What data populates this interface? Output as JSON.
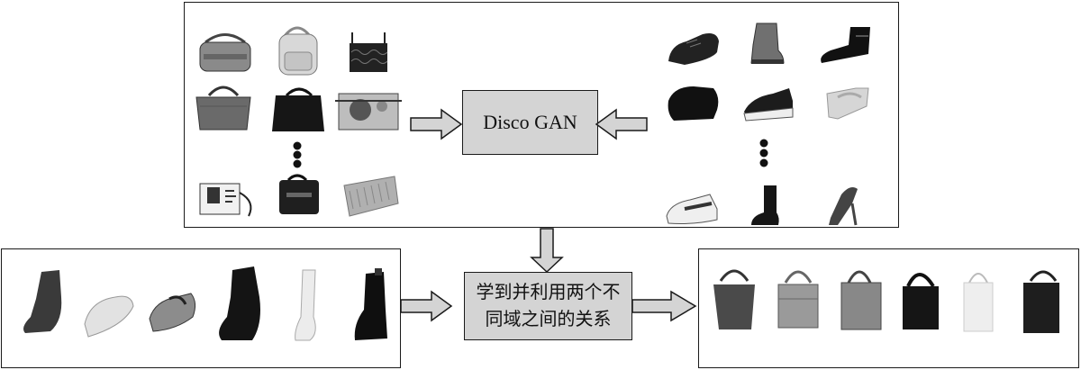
{
  "center_box": {
    "label": "Disco GAN"
  },
  "relation_box": {
    "line1": "学到并利用两个不",
    "line2": "同域之间的关系"
  },
  "bag_icons_top": [
    "duffel-bag-icon",
    "backpack-icon",
    "crossbody-bag-icon",
    "tote-bag-icon",
    "dark-handbag-icon",
    "printed-bag-icon",
    "photo-messenger-bag-icon",
    "satchel-icon",
    "clutch-icon"
  ],
  "shoe_icons_top": [
    "oxford-shoe-icon",
    "ankle-boot-icon",
    "moto-bootie-icon",
    "platform-shoe-icon",
    "sneaker-icon",
    "wedge-sandal-icon",
    "white-sneaker-icon",
    "cowboy-boot-icon",
    "stiletto-heel-icon"
  ],
  "input_shoes": [
    "ankle-boot-icon",
    "white-flat-icon",
    "mary-jane-shoe-icon",
    "black-bootie-icon",
    "white-tall-boot-icon",
    "platform-boot-icon"
  ],
  "output_bags": [
    "generated-bag-1-icon",
    "generated-bag-2-icon",
    "generated-bag-3-icon",
    "generated-bag-4-icon",
    "generated-bag-5-icon",
    "generated-bag-6-icon"
  ]
}
